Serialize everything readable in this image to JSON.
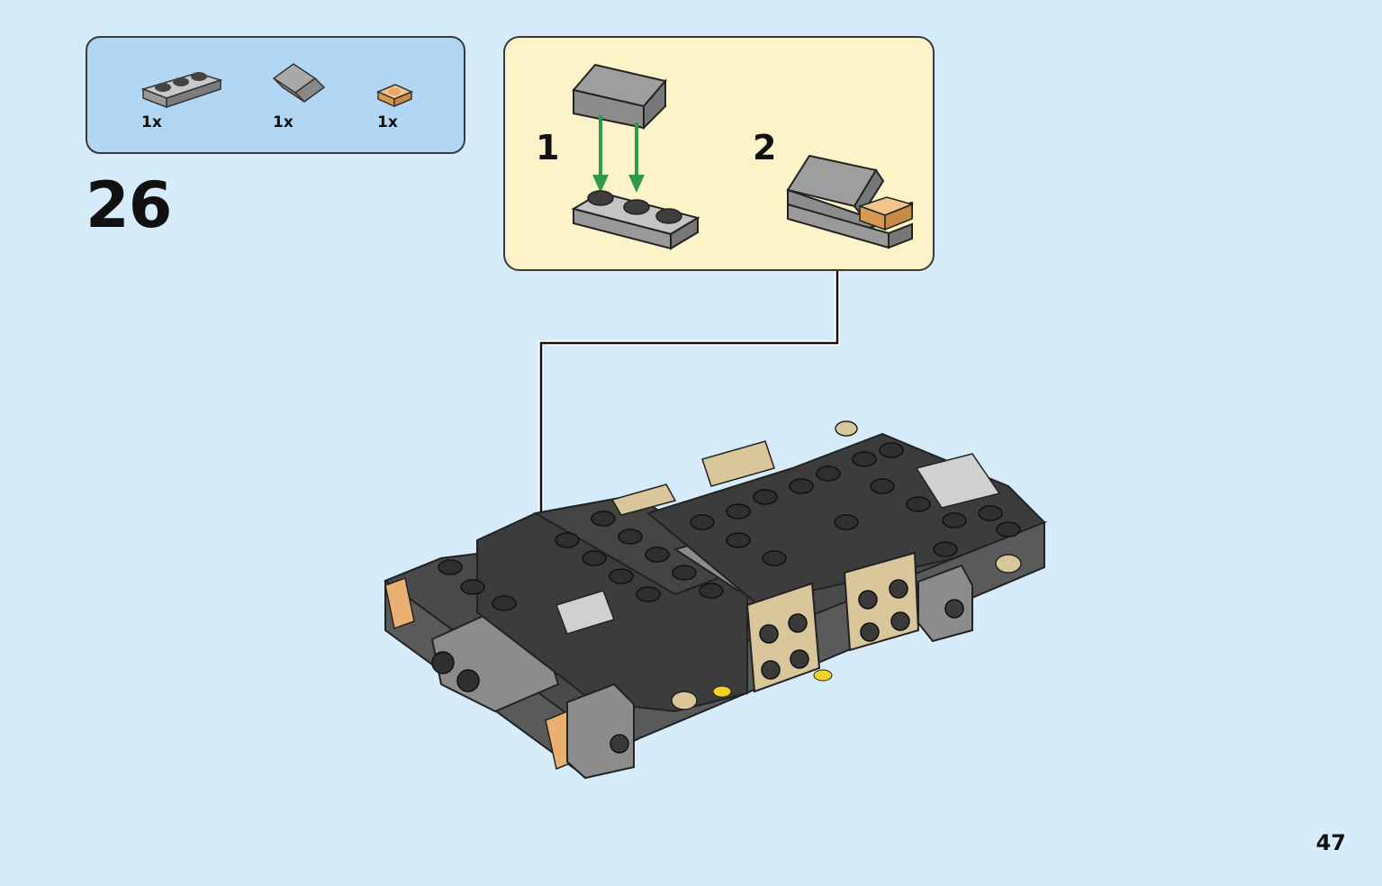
{
  "step": {
    "number": "26"
  },
  "parts_list": {
    "items": [
      {
        "name": "plate-1x3-light-gray",
        "qty": "1x",
        "color": "#a9a9a9"
      },
      {
        "name": "slope-1x2-light-gray",
        "qty": "1x",
        "color": "#a9a9a9"
      },
      {
        "name": "tile-1x1-trans-orange",
        "qty": "1x",
        "color": "#e9b071"
      }
    ]
  },
  "substeps": [
    {
      "number": "1"
    },
    {
      "number": "2"
    }
  ],
  "colors": {
    "background": "#d6ecfb",
    "parts_box": "#b2d7f4",
    "substep_box": "#fdf3c9",
    "arrow_green": "#2e9b47",
    "brick_black": "#3c3c3c",
    "brick_gray": "#a9a9a9",
    "brick_tan": "#d9c69a",
    "trans_orange": "#e9b071"
  },
  "page": {
    "number": "47"
  }
}
